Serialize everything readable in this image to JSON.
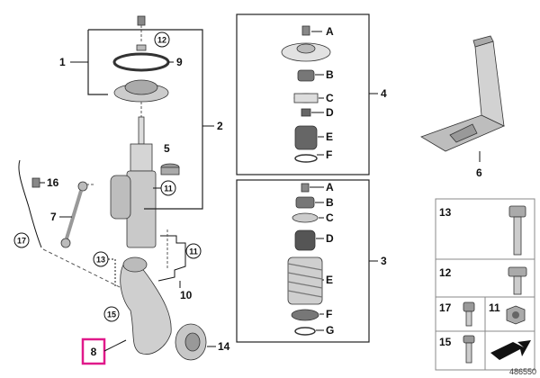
{
  "labels": {
    "n1": "1",
    "n2": "2",
    "n3": "3",
    "n4": "4",
    "n5": "5",
    "n6": "6",
    "n7": "7",
    "n8": "8",
    "n9": "9",
    "n10": "10",
    "n11a": "11",
    "n11b": "11",
    "n11c": "11",
    "n12a": "12",
    "n12b": "12",
    "n13a": "13",
    "n13b": "13",
    "n14": "14",
    "n15a": "15",
    "n15b": "15",
    "n16": "16",
    "n17a": "17",
    "n17b": "17"
  },
  "box4_letters": [
    "A",
    "B",
    "C",
    "D",
    "E",
    "F"
  ],
  "box3_letters": [
    "A",
    "B",
    "C",
    "D",
    "E",
    "F",
    "G"
  ],
  "reference_number": "486550",
  "colors": {
    "highlight": "#e0198a",
    "line": "#111111",
    "part_fill": "#d8d8d8"
  }
}
